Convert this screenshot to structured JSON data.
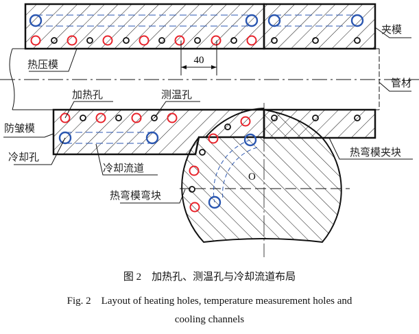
{
  "labels": {
    "clamp_die": "夹模",
    "hot_press_die": "热压模",
    "tube": "管材",
    "heating_hole": "加热孔",
    "temp_hole": "测温孔",
    "wrinkle_die": "防皱模",
    "cooling_hole": "冷却孔",
    "cooling_channel": "冷却流道",
    "bend_clamp_block": "热弯模夹块",
    "bend_block": "热弯模弯块",
    "center": "O",
    "dimension": "40"
  },
  "caption": {
    "cn": "图 2　加热孔、测温孔与冷却流道布局",
    "en_line1": "Fig. 2　Layout of heating holes, temperature measurement holes and",
    "en_line2": "cooling channels"
  },
  "colors": {
    "heating": "#e8222a",
    "cooling": "#2a56b0",
    "temperature": "#111111"
  }
}
